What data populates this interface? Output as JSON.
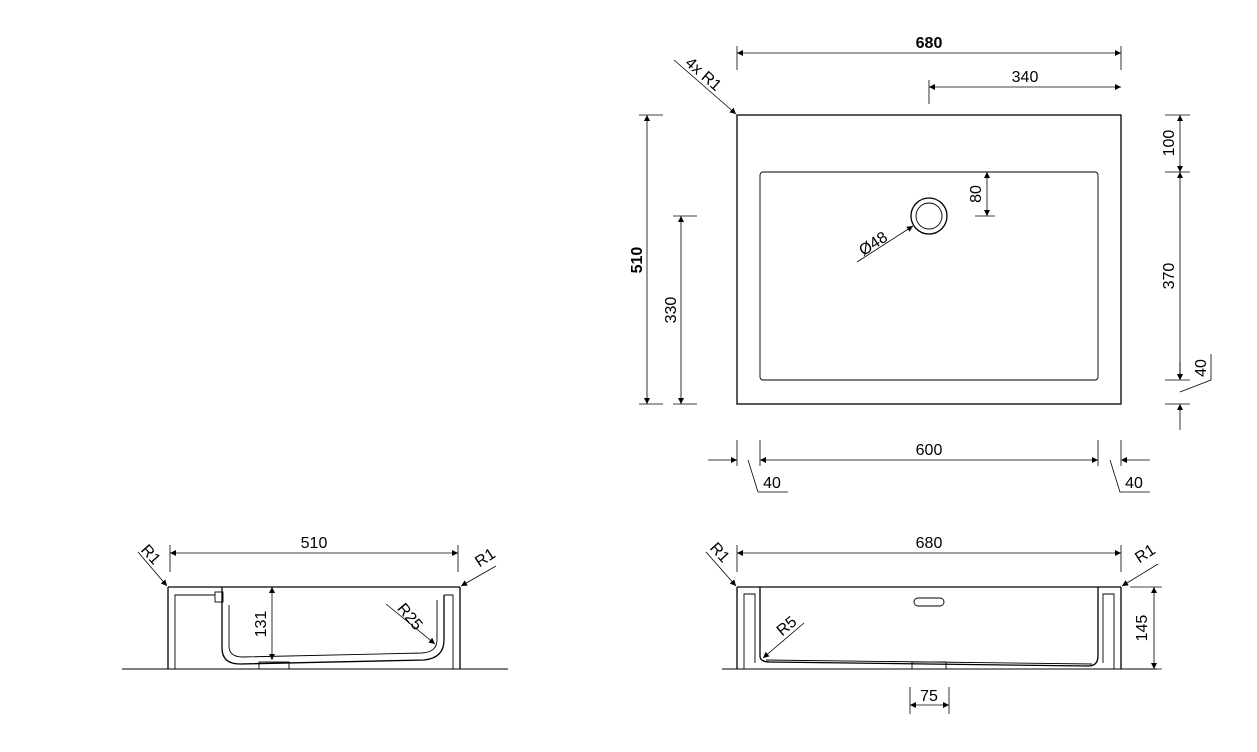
{
  "top_view": {
    "overall_width": "680",
    "half_width": "340",
    "corner_radius": "4x R1",
    "overall_depth": "510",
    "drain_offset_depth": "330",
    "rim_back": "100",
    "drain_from_bowl_edge": "80",
    "drain_diameter": "Ø48",
    "bowl_depth": "370",
    "rim_front": "40",
    "bowl_width": "600",
    "rim_left": "40",
    "rim_right": "40"
  },
  "side_view": {
    "width": "510",
    "radius_left": "R1",
    "radius_right": "R1",
    "inner_height": "131",
    "bowl_radius": "R25"
  },
  "front_view": {
    "width": "680",
    "radius_left": "R1",
    "radius_right": "R1",
    "height": "145",
    "bowl_radius": "R5",
    "drain_width": "75"
  }
}
